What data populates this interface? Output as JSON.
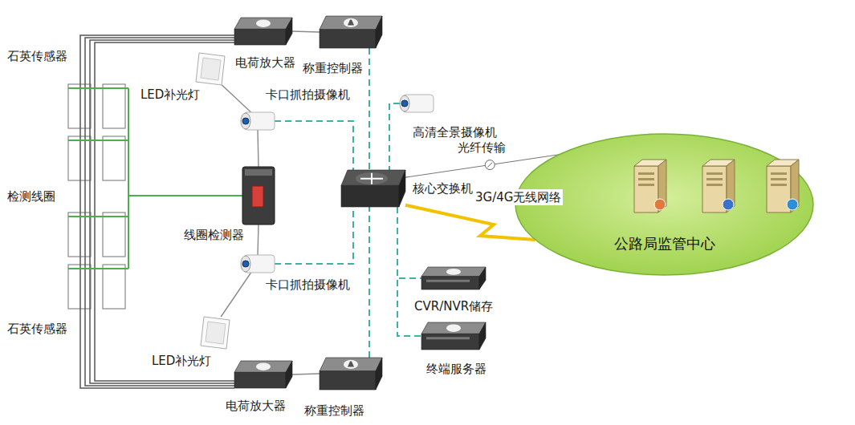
{
  "diagram": {
    "nodes": [
      {
        "text": [
          "电荷放大器"
        ]
      },
      {
        "text": [
          "称重控制器"
        ]
      },
      {
        "text": [
          "LED补光灯"
        ]
      },
      {
        "text": [
          "卡口抓拍摄像机"
        ]
      },
      {
        "text": [
          "线圈检测器"
        ]
      },
      {
        "text": [
          "卡口抓拍摄像机"
        ]
      },
      {
        "text": [
          "LED补光灯"
        ]
      },
      {
        "text": [
          "电荷放大器"
        ]
      },
      {
        "text": [
          "称重控制器"
        ]
      },
      {
        "text": [
          "高清全景摄像机"
        ]
      },
      {
        "text": [
          "核心交换机"
        ]
      },
      {
        "text": [
          "CVR/NVR储存"
        ]
      },
      {
        "text": [
          "终端服务器"
        ]
      },
      {
        "text": [
          "公路局监管中心"
        ]
      }
    ],
    "edges": [
      {
        "from": 0,
        "to": 1,
        "arrow": "none"
      },
      {
        "from": 1,
        "to": 10,
        "arrow": "none"
      },
      {
        "from": 2,
        "to": 3,
        "arrow": "none"
      },
      {
        "from": 3,
        "to": 10,
        "arrow": "none"
      },
      {
        "from": 3,
        "to": 4,
        "arrow": "none"
      },
      {
        "from": 4,
        "to": 5,
        "arrow": "none"
      },
      {
        "from": 5,
        "to": 10,
        "arrow": "none"
      },
      {
        "from": 6,
        "to": 5,
        "arrow": "none"
      },
      {
        "from": 7,
        "to": 8,
        "arrow": "none"
      },
      {
        "from": 8,
        "to": 10,
        "arrow": "none"
      },
      {
        "from": 9,
        "to": 10,
        "arrow": "none"
      },
      {
        "from": 10,
        "to": 11,
        "arrow": "none"
      },
      {
        "from": 10,
        "to": 12,
        "arrow": "none"
      },
      {
        "from": 10,
        "to": 13,
        "label": "光纤传输",
        "arrow": "none"
      },
      {
        "from": 10,
        "to": 13,
        "label": "3G/4G无线网络",
        "arrow": "none"
      }
    ],
    "labels": [
      "石英传感器",
      "检测线圈",
      "石英传感器"
    ]
  }
}
